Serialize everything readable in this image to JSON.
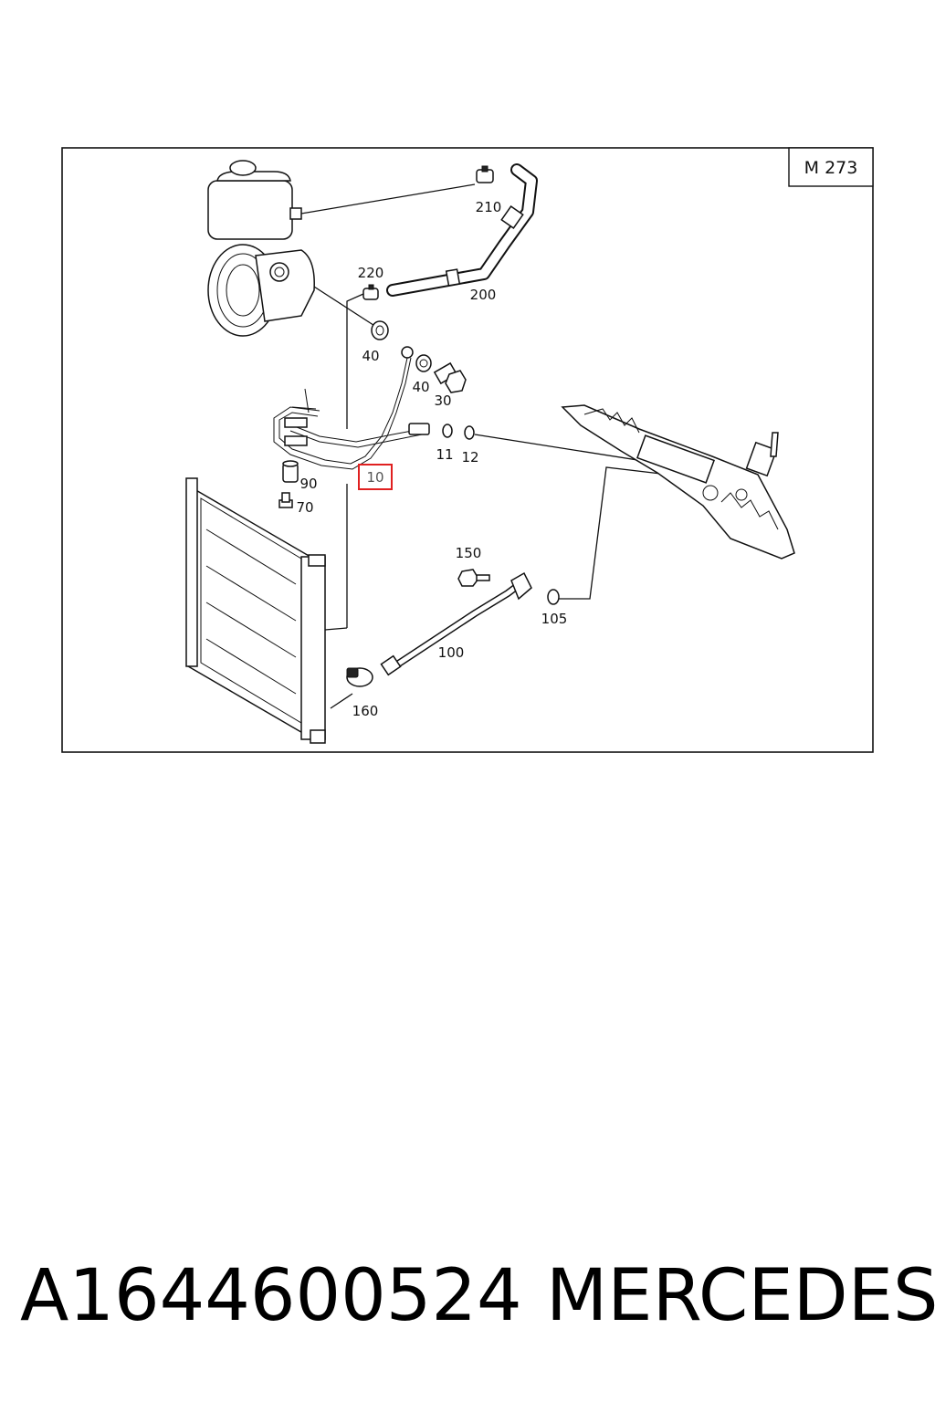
{
  "engine_code": "M 273",
  "highlighted_label": "10",
  "labels": {
    "l210": "210",
    "l220": "220",
    "l200": "200",
    "l40a": "40",
    "l40b": "40",
    "l30": "30",
    "l11": "11",
    "l12": "12",
    "l10": "10",
    "l90": "90",
    "l70": "70",
    "l150": "150",
    "l105": "105",
    "l100": "100",
    "l160": "160"
  },
  "caption": {
    "part_number": "A1644600524",
    "brand": "MERCEDES"
  },
  "colors": {
    "highlight": "#e02020",
    "line": "#111111"
  }
}
